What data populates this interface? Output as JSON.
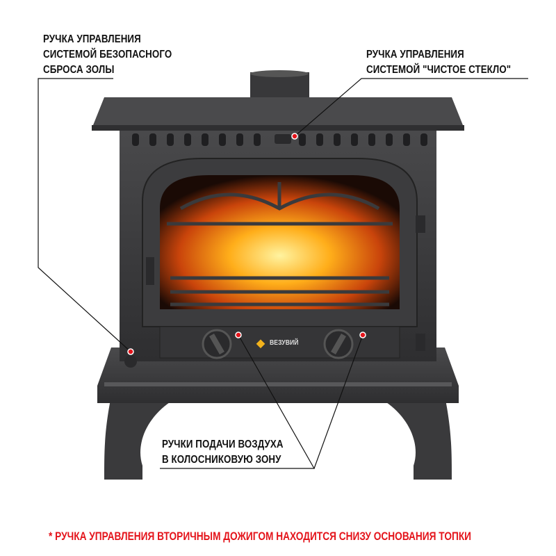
{
  "annotations": {
    "ash_handle": [
      "РУЧКА УПРАВЛЕНИЯ",
      "СИСТЕМОЙ БЕЗОПАСНОГО",
      "СБРОСА ЗОЛЫ"
    ],
    "clean_glass_handle": [
      "РУЧКА УПРАВЛЕНИЯ",
      "СИСТЕМОЙ \"ЧИСТОЕ СТЕКЛО\""
    ],
    "air_supply_handles": [
      "РУЧКИ ПОДАЧИ ВОЗДУХА",
      "В КОЛОСНИКОВУЮ ЗОНУ"
    ]
  },
  "footnote": "* РУЧКА УПРАВЛЕНИЯ ВТОРИЧНЫМ ДОЖИГОМ НАХОДИТСЯ  СНИЗУ ОСНОВАНИЯ ТОПКИ",
  "logo": "ВЕЗУВИЙ",
  "colors": {
    "marker": "#e4141b",
    "iron": "#3a3a3c",
    "footnote": "#e4141b"
  }
}
